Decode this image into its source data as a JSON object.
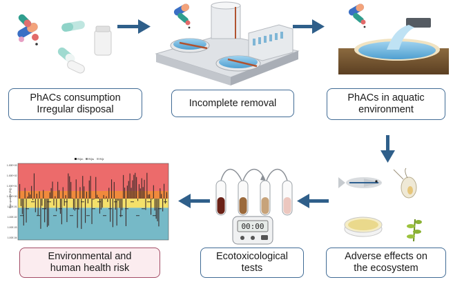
{
  "steps": [
    {
      "id": "consumption",
      "label": "PhACs consumption\nIrregular disposal"
    },
    {
      "id": "removal",
      "label": "Incomplete removal"
    },
    {
      "id": "aquatic",
      "label": "PhACs in aquatic\nenvironment"
    },
    {
      "id": "adverse",
      "label": "Adverse effects on\nthe ecosystem"
    },
    {
      "id": "tests",
      "label": "Ecotoxicological\ntests"
    },
    {
      "id": "risk",
      "label": "Environmental and\nhuman health risk"
    }
  ],
  "timer": {
    "display": "00:00"
  },
  "mini_chart": {
    "legend": [
      "RQm",
      "RQw",
      "RQr"
    ],
    "y_ticks": [
      "1.00E+03",
      "1.00E+02",
      "1.00E+01",
      "1.00E+00",
      "1.00E-01",
      "1.00E-02",
      "1.00E-03",
      "1.00E-04"
    ],
    "y_label": "Risk quotient (RQ)"
  },
  "colors": {
    "arrow": "#2f5f8a",
    "box_border": "#3f6a94",
    "risk_border": "#a24a64",
    "risk_fill": "#fbecef",
    "chart_red": "#ec6b6b",
    "chart_orange": "#f08a3c",
    "chart_yellow": "#f4e06a",
    "chart_teal": "#76b9c7"
  }
}
